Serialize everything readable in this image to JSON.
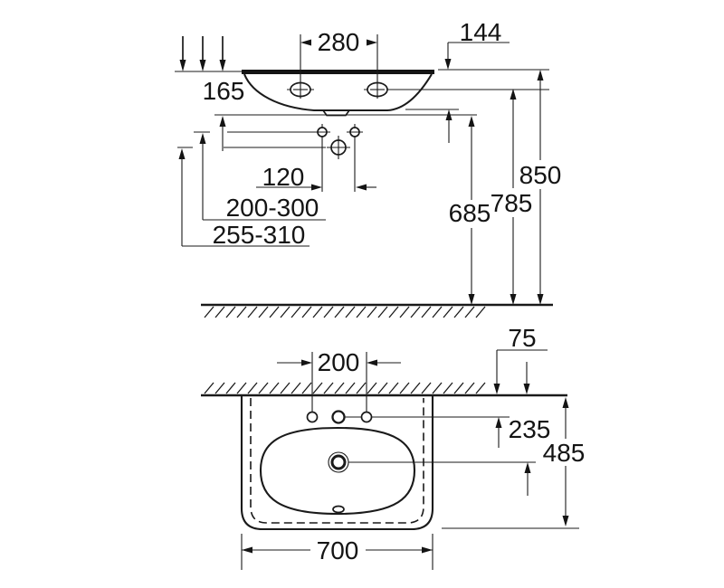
{
  "drawing": {
    "type": "washbasin installation dimension drawing",
    "units": "mm",
    "colors": {
      "ink": "#1a1a1a",
      "background": "#ffffff"
    },
    "front_view": {
      "faucet_hole_spacing": "280",
      "rim_to_bowl_underside": "144",
      "rim_section_height": "165",
      "fixing_hole_spacing": "120",
      "rim_to_fixing_holes_range": "200-300",
      "rim_to_trap_range": "255-310",
      "floor_to_bowl_underside": "685",
      "floor_to_deck_holes": "785",
      "floor_to_rim": "850"
    },
    "plan_view": {
      "fixing_hole_spacing": "200",
      "wall_to_fixing_holes": "75",
      "wall_to_drain": "235",
      "basin_depth": "485",
      "basin_width": "700"
    }
  }
}
